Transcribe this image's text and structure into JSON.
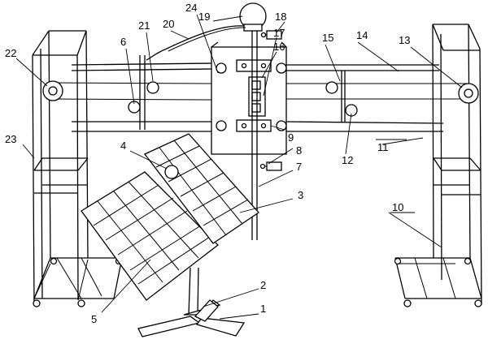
{
  "labels": {
    "n1": "1",
    "n2": "2",
    "n3": "3",
    "n4": "4",
    "n5": "5",
    "n6": "6",
    "n7": "7",
    "n8": "8",
    "n9": "9",
    "n10": "10",
    "n11": "11",
    "n12": "12",
    "n13": "13",
    "n14": "14",
    "n15": "15",
    "n16": "16",
    "n17": "17",
    "n18": "18",
    "n19": "19",
    "n20": "20",
    "n21": "21",
    "n22": "22",
    "n23": "23",
    "n24": "24"
  }
}
